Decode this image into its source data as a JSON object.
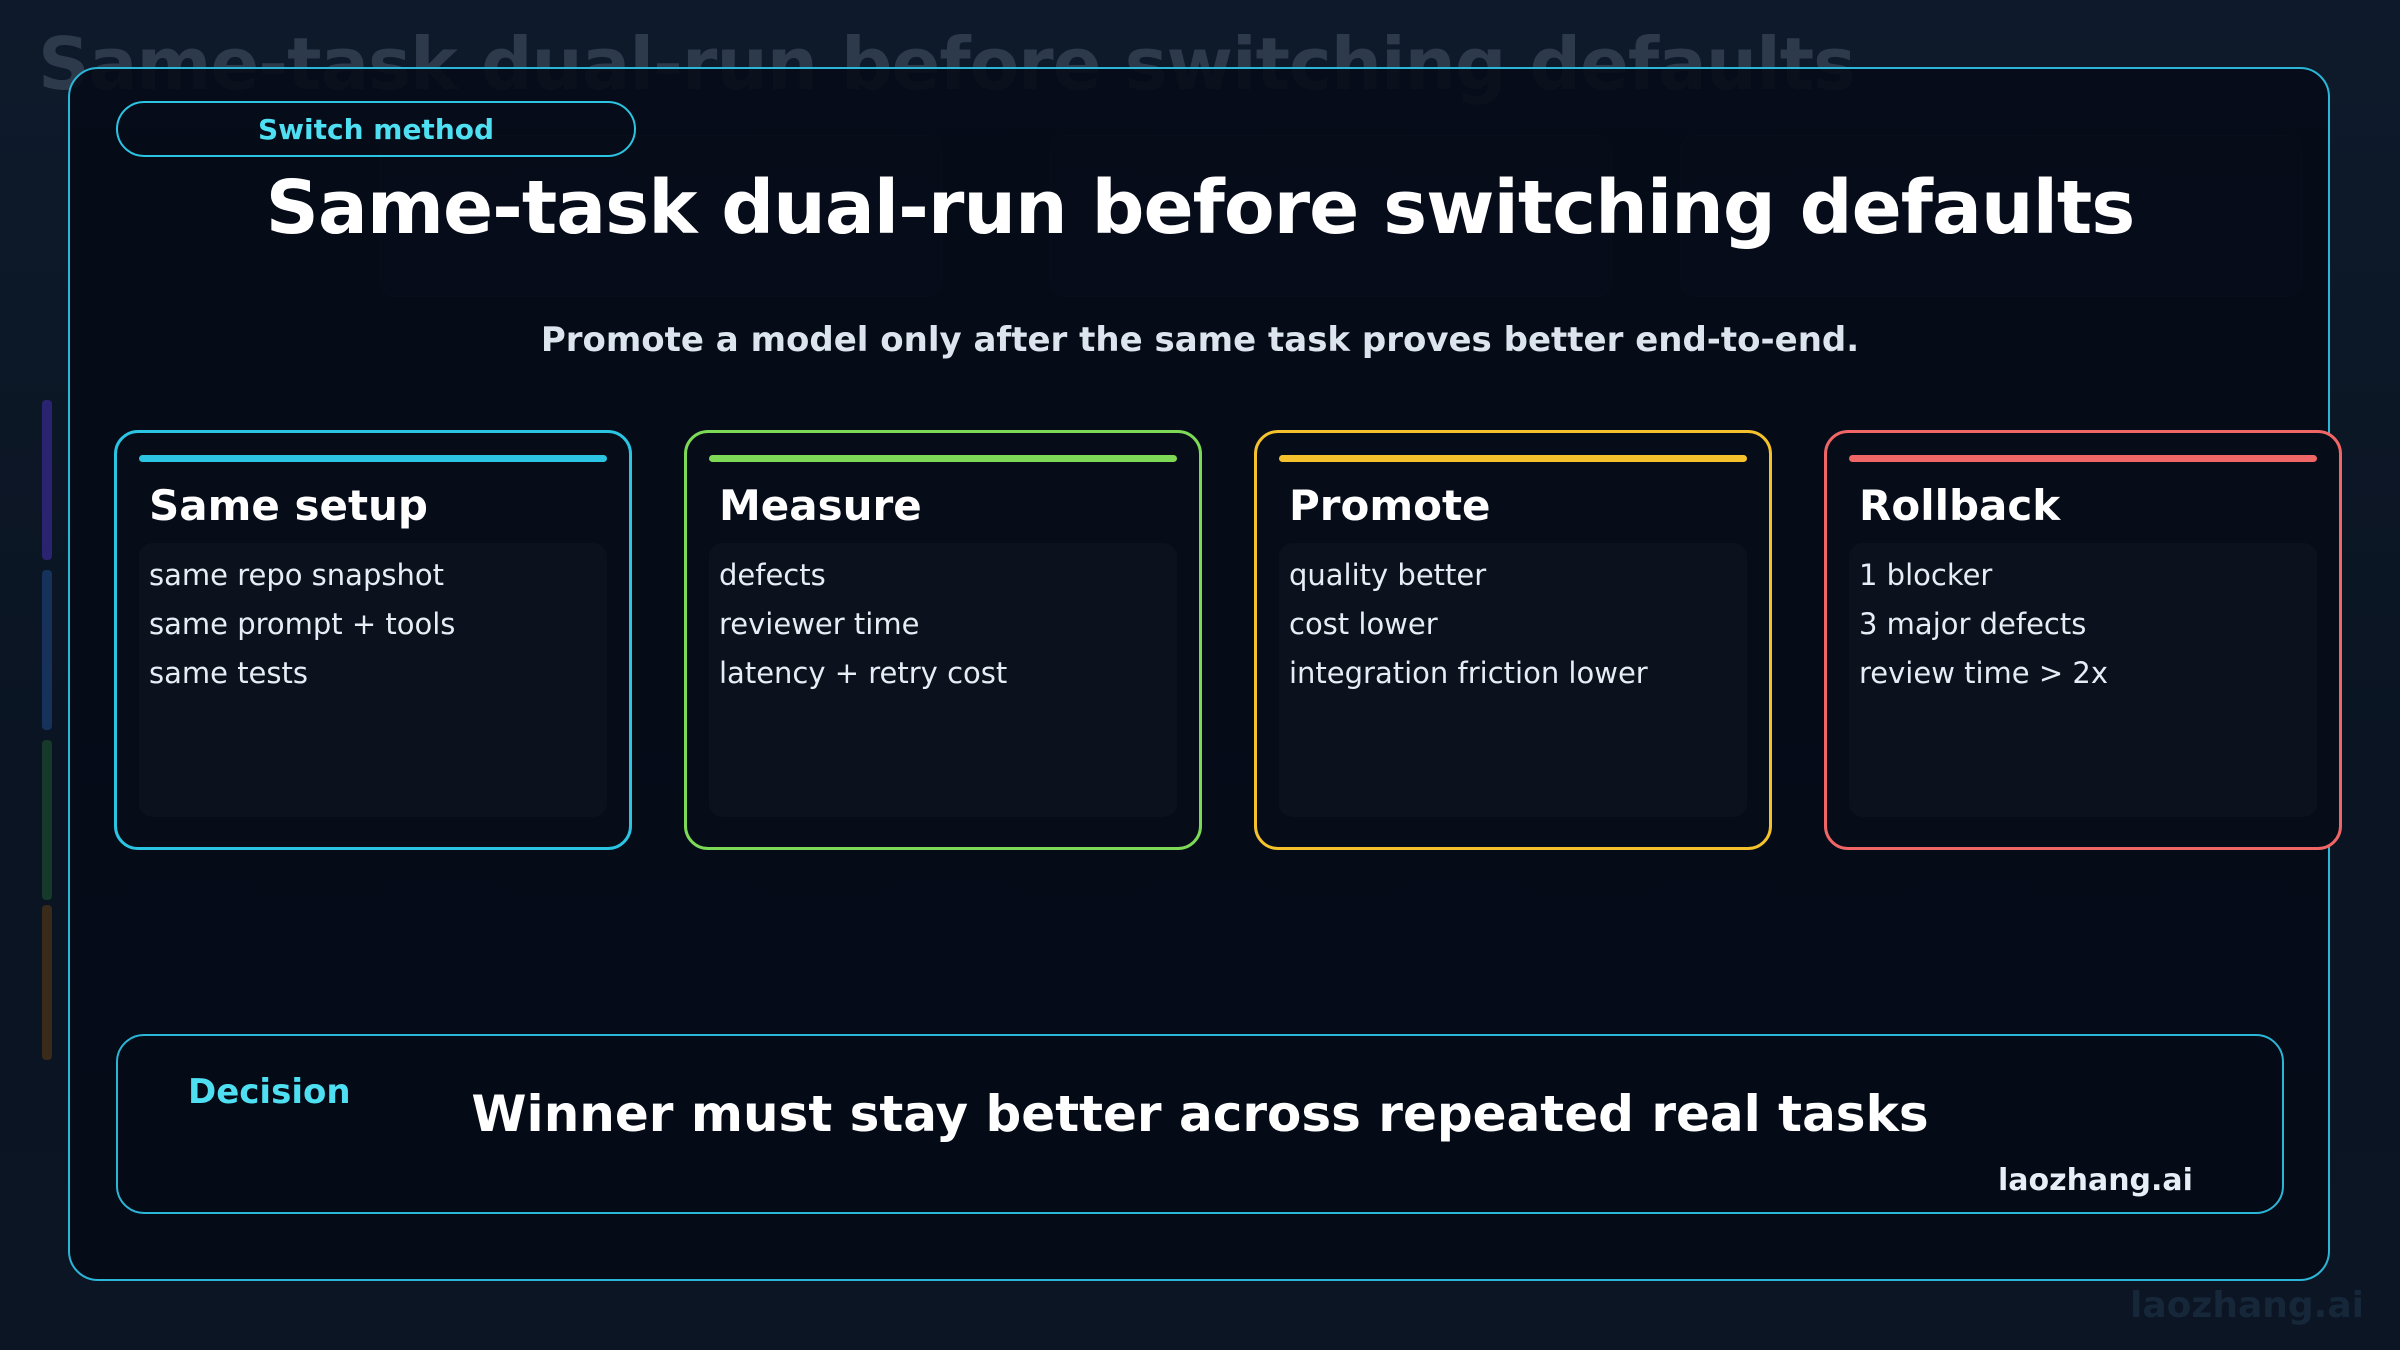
{
  "badge": "Switch method",
  "title": "Same-task dual-run before switching defaults",
  "subtitle": "Promote a model only after the same task proves better end-to-end.",
  "cards": [
    {
      "title": "Same setup",
      "items": [
        "same repo snapshot",
        "same prompt + tools",
        "same tests"
      ],
      "color": "#2bc4e2"
    },
    {
      "title": "Measure",
      "items": [
        "defects",
        "reviewer time",
        "latency + retry cost"
      ],
      "color": "#7ed957"
    },
    {
      "title": "Promote",
      "items": [
        "quality better",
        "cost lower",
        "integration friction lower"
      ],
      "color": "#f5c22e"
    },
    {
      "title": "Rollback",
      "items": [
        "1 blocker",
        "3 major defects",
        "review time > 2x"
      ],
      "color": "#f06565"
    }
  ],
  "decision": {
    "label": "Decision",
    "text": "Winner must stay better across repeated real tasks"
  },
  "brand": "laozhang.ai",
  "background": {
    "title": "Same-task dual-run before switching defaults",
    "watermark": "laozhang.ai"
  }
}
